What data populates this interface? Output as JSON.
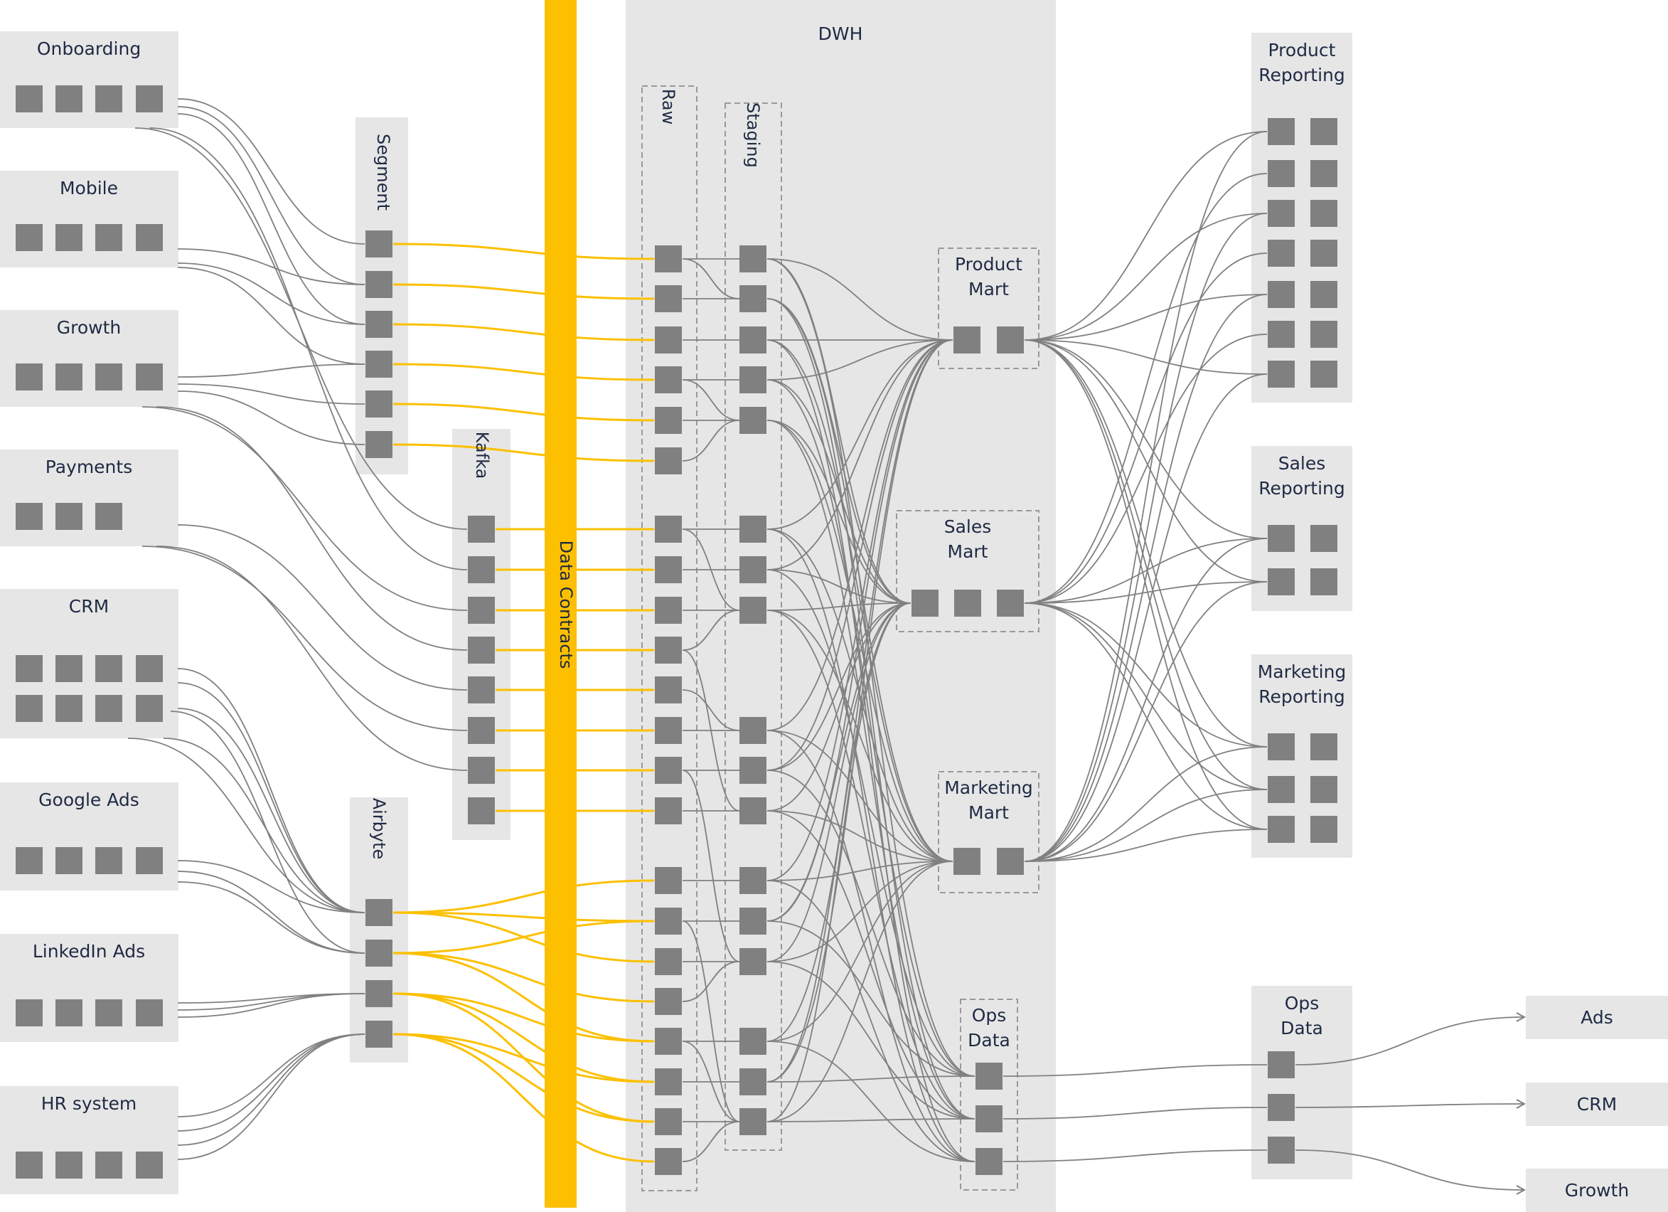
{
  "colors": {
    "panel": "#e6e6e6",
    "square": "#808080",
    "link": "#808080",
    "contract": "#fcc000",
    "text": "#1f2a44",
    "dashed": "#999999"
  },
  "sources": [
    {
      "name": "Onboarding"
    },
    {
      "name": "Mobile"
    },
    {
      "name": "Growth"
    },
    {
      "name": "Payments"
    },
    {
      "name": "CRM"
    },
    {
      "name": "Google Ads"
    },
    {
      "name": "LinkedIn Ads"
    },
    {
      "name": "HR system"
    }
  ],
  "ingestion": {
    "segment": "Segment",
    "kafka": "Kafka",
    "airbyte": "Airbyte"
  },
  "contracts": {
    "label": "Data Contracts"
  },
  "dwh": {
    "label": "DWH",
    "raw": "Raw",
    "staging": "Staging",
    "marts": [
      {
        "line1": "Product",
        "line2": "Mart"
      },
      {
        "line1": "Sales",
        "line2": "Mart"
      },
      {
        "line1": "Marketing",
        "line2": "Mart"
      },
      {
        "line1": "Ops",
        "line2": "Data"
      }
    ]
  },
  "reporting": [
    {
      "line1": "Product",
      "line2": "Reporting"
    },
    {
      "line1": "Sales",
      "line2": "Reporting"
    },
    {
      "line1": "Marketing",
      "line2": "Reporting"
    },
    {
      "line1": "Ops",
      "line2": "Data"
    }
  ],
  "destinations": [
    {
      "name": "Ads"
    },
    {
      "name": "CRM"
    },
    {
      "name": "Growth"
    }
  ]
}
